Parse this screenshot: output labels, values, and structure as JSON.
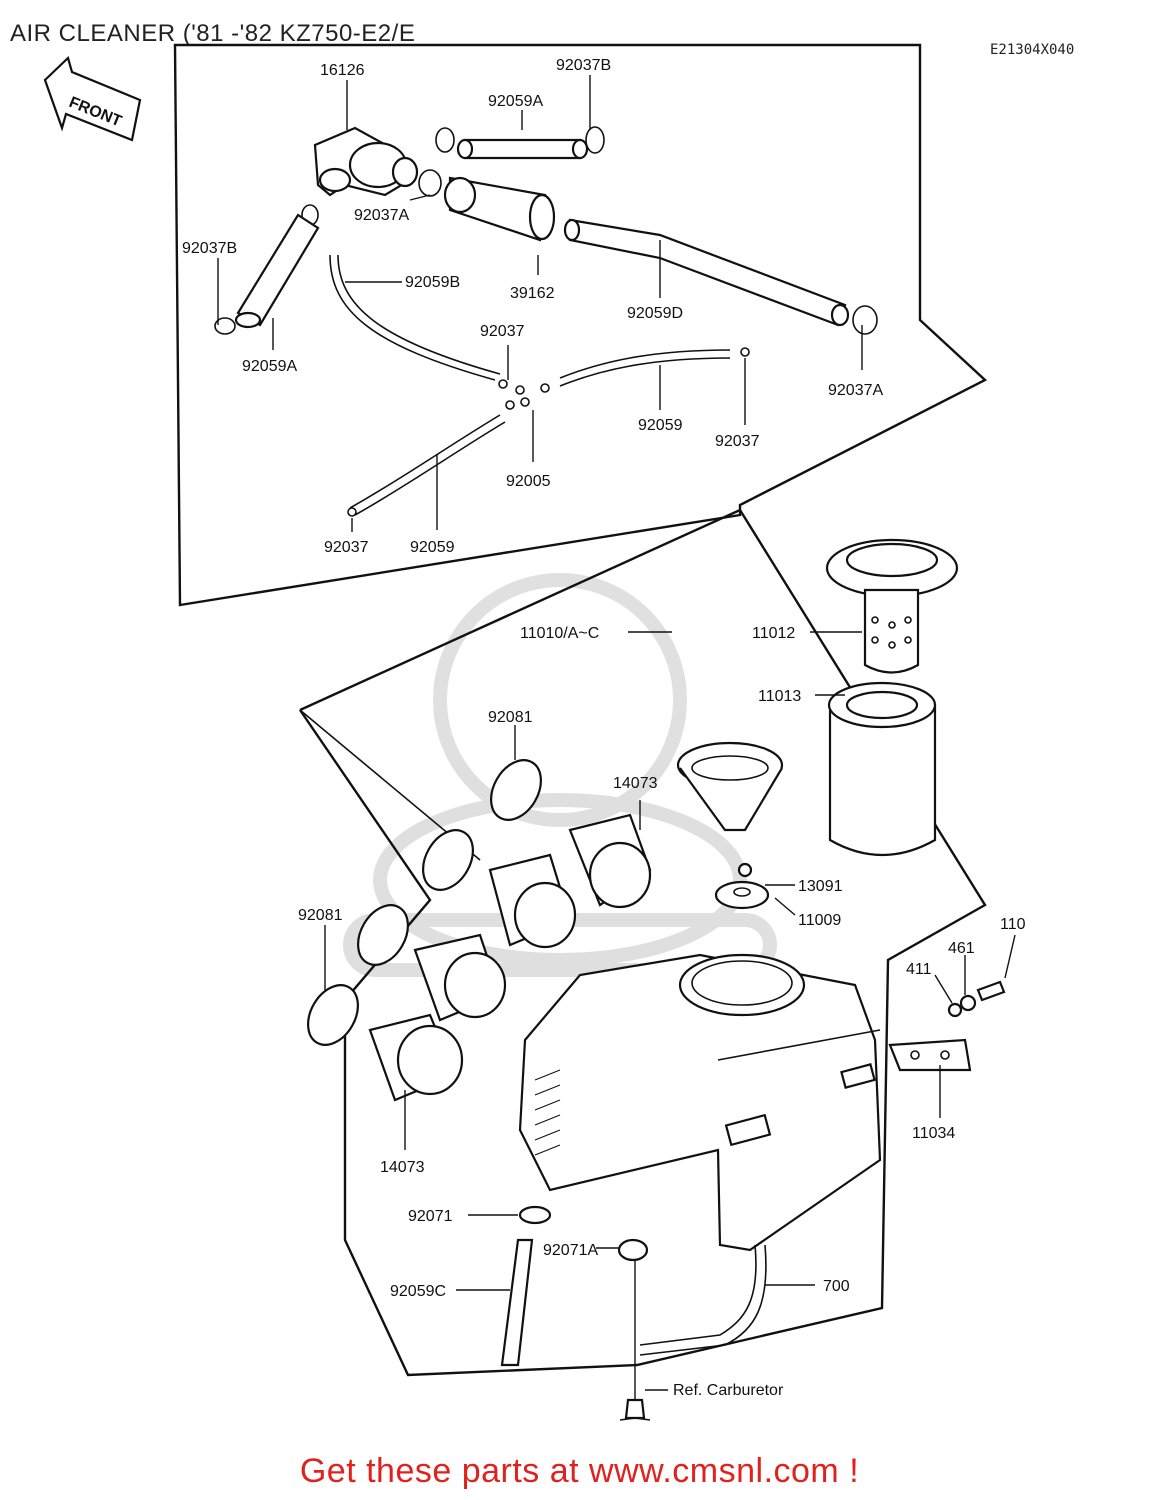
{
  "header": {
    "title": "AIR CLEANER ('81 -'82 KZ750-E2/E",
    "diagram_code": "E21304X040"
  },
  "front_arrow_label": "FRONT",
  "callouts": [
    {
      "id": "c-16126",
      "text": "16126"
    },
    {
      "id": "c-92037b-top",
      "text": "92037B"
    },
    {
      "id": "c-92059a-top",
      "text": "92059A"
    },
    {
      "id": "c-92037a-top",
      "text": "92037A"
    },
    {
      "id": "c-92037b-left",
      "text": "92037B"
    },
    {
      "id": "c-92059b",
      "text": "92059B"
    },
    {
      "id": "c-39162",
      "text": "39162"
    },
    {
      "id": "c-92059d",
      "text": "92059D"
    },
    {
      "id": "c-92059a-left",
      "text": "92059A"
    },
    {
      "id": "c-92037-mid",
      "text": "92037"
    },
    {
      "id": "c-92037a-right",
      "text": "92037A"
    },
    {
      "id": "c-92059-mid",
      "text": "92059"
    },
    {
      "id": "c-92037-right",
      "text": "92037"
    },
    {
      "id": "c-92005",
      "text": "92005"
    },
    {
      "id": "c-92037-bottom",
      "text": "92037"
    },
    {
      "id": "c-92059-bottom",
      "text": "92059"
    },
    {
      "id": "c-11010",
      "text": "11010/A~C"
    },
    {
      "id": "c-11012",
      "text": "11012"
    },
    {
      "id": "c-11013",
      "text": "11013"
    },
    {
      "id": "c-92081-top",
      "text": "92081"
    },
    {
      "id": "c-14073-top",
      "text": "14073"
    },
    {
      "id": "c-13091",
      "text": "13091"
    },
    {
      "id": "c-11009",
      "text": "11009"
    },
    {
      "id": "c-92081-left",
      "text": "92081"
    },
    {
      "id": "c-110",
      "text": "110"
    },
    {
      "id": "c-461",
      "text": "461"
    },
    {
      "id": "c-411",
      "text": "411"
    },
    {
      "id": "c-14073-bottom",
      "text": "14073"
    },
    {
      "id": "c-11034",
      "text": "11034"
    },
    {
      "id": "c-92071",
      "text": "92071"
    },
    {
      "id": "c-92071a",
      "text": "92071A"
    },
    {
      "id": "c-92059c",
      "text": "92059C"
    },
    {
      "id": "c-700",
      "text": "700"
    },
    {
      "id": "c-ref-carb",
      "text": "Ref.  Carburetor"
    }
  ],
  "footer": {
    "cta": "Get these parts at www.cmsnl.com !"
  }
}
